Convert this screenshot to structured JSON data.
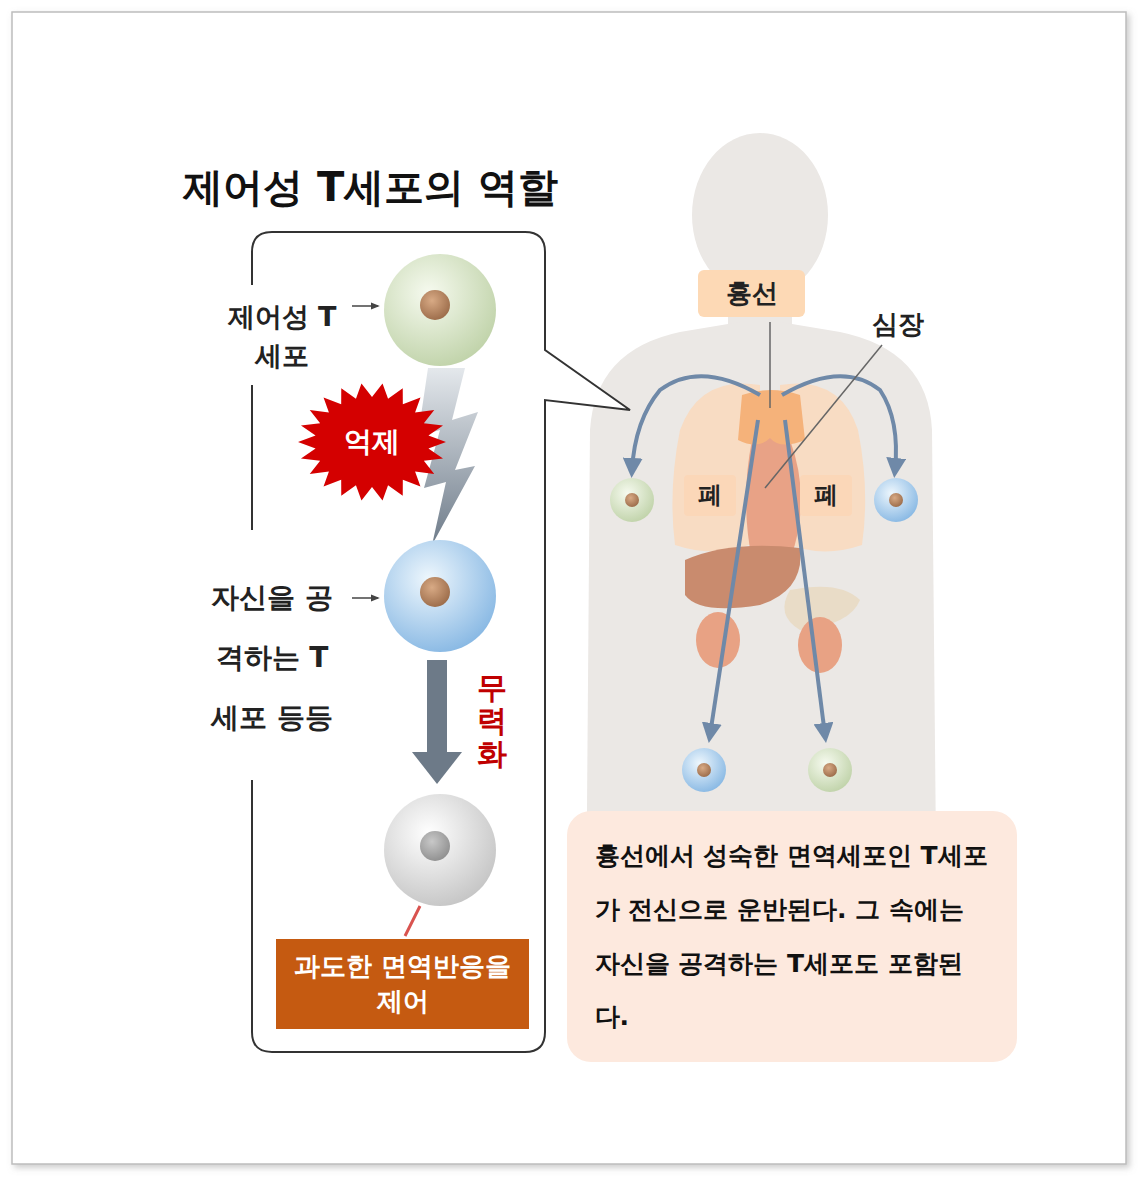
{
  "diagram": {
    "title": "제어성 T세포의 역할",
    "nodes": [
      {
        "text": [
          "억제"
        ]
      },
      {
        "text": [
          "과도한 면역반응을 제어"
        ]
      },
      {
        "text": [
          "흉선"
        ]
      },
      {
        "text": [
          "폐"
        ]
      },
      {
        "text": [
          "폐"
        ]
      },
      {
        "text": [
          "흉선에서 성숙한 면역세포인 T세포가 전신으로 운반된다. 그 속에는 자신을 공격하는 T세포도 포함된다."
        ]
      }
    ],
    "labels": [
      "제어성 T세포",
      "자신을 공격하는 T세포 등등",
      "무력화",
      "심장"
    ]
  }
}
